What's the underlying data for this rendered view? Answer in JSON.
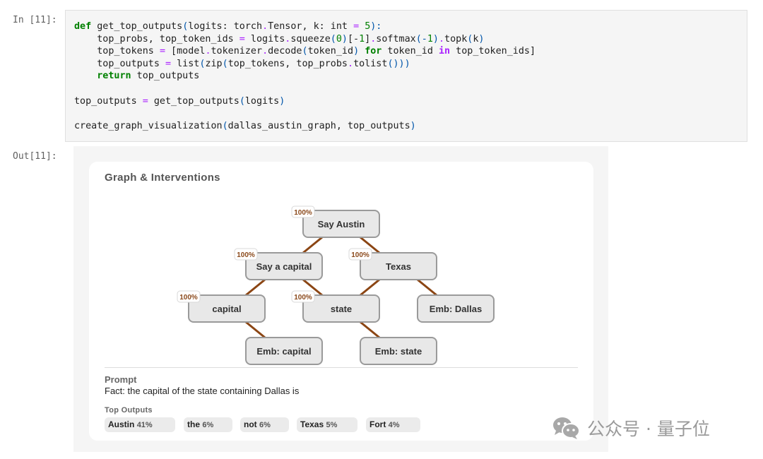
{
  "notebook": {
    "input_prompt": "In [11]:",
    "output_prompt": "Out[11]:",
    "code_lines": [
      [
        [
          "kw",
          "def"
        ],
        [
          "t",
          " get_top_outputs"
        ],
        [
          "pn",
          "("
        ],
        [
          "t",
          "logits: torch"
        ],
        [
          "op",
          "."
        ],
        [
          "t",
          "Tensor, k: int "
        ],
        [
          "op",
          "="
        ],
        [
          "t",
          " "
        ],
        [
          "num",
          "5"
        ],
        [
          "pn",
          "):"
        ]
      ],
      [
        [
          "t",
          "    top_probs, top_token_ids "
        ],
        [
          "op",
          "="
        ],
        [
          "t",
          " logits"
        ],
        [
          "op",
          "."
        ],
        [
          "t",
          "squeeze"
        ],
        [
          "pn",
          "("
        ],
        [
          "num",
          "0"
        ],
        [
          "pn",
          ")"
        ],
        [
          "t",
          "[-"
        ],
        [
          "num",
          "1"
        ],
        [
          "t",
          "]"
        ],
        [
          "op",
          "."
        ],
        [
          "t",
          "softmax"
        ],
        [
          "pn",
          "(-"
        ],
        [
          "num",
          "1"
        ],
        [
          "pn",
          ")"
        ],
        [
          "op",
          "."
        ],
        [
          "t",
          "topk"
        ],
        [
          "pn",
          "("
        ],
        [
          "t",
          "k"
        ],
        [
          "pn",
          ")"
        ]
      ],
      [
        [
          "t",
          "    top_tokens "
        ],
        [
          "op",
          "="
        ],
        [
          "t",
          " [model"
        ],
        [
          "op",
          "."
        ],
        [
          "t",
          "tokenizer"
        ],
        [
          "op",
          "."
        ],
        [
          "t",
          "decode"
        ],
        [
          "pn",
          "("
        ],
        [
          "t",
          "token_id"
        ],
        [
          "pn",
          ")"
        ],
        [
          "t",
          " "
        ],
        [
          "kw",
          "for"
        ],
        [
          "t",
          " token_id "
        ],
        [
          "kwin",
          "in"
        ],
        [
          "t",
          " top_token_ids]"
        ]
      ],
      [
        [
          "t",
          "    top_outputs "
        ],
        [
          "op",
          "="
        ],
        [
          "t",
          " list"
        ],
        [
          "pn",
          "("
        ],
        [
          "t",
          "zip"
        ],
        [
          "pn",
          "("
        ],
        [
          "t",
          "top_tokens, top_probs"
        ],
        [
          "op",
          "."
        ],
        [
          "t",
          "tolist"
        ],
        [
          "pn",
          "()))"
        ]
      ],
      [
        [
          "t",
          "    "
        ],
        [
          "kw",
          "return"
        ],
        [
          "t",
          " top_outputs"
        ]
      ],
      [
        [
          "t",
          ""
        ]
      ],
      [
        [
          "t",
          "top_outputs "
        ],
        [
          "op",
          "="
        ],
        [
          "t",
          " get_top_outputs"
        ],
        [
          "pn",
          "("
        ],
        [
          "t",
          "logits"
        ],
        [
          "pn",
          ")"
        ]
      ],
      [
        [
          "t",
          ""
        ]
      ],
      [
        [
          "t",
          "create_graph_visualization"
        ],
        [
          "pn",
          "("
        ],
        [
          "t",
          "dallas_austin_graph, top_outputs"
        ],
        [
          "pn",
          ")"
        ]
      ]
    ]
  },
  "card": {
    "title": "Graph & Interventions",
    "graph": {
      "nodes": [
        {
          "id": "say_austin",
          "label": "Say Austin",
          "badge": "100%",
          "level": 0,
          "col": 2
        },
        {
          "id": "say_capital",
          "label": "Say a capital",
          "badge": "100%",
          "level": 1,
          "col": 1
        },
        {
          "id": "texas",
          "label": "Texas",
          "badge": "100%",
          "level": 1,
          "col": 3
        },
        {
          "id": "capital",
          "label": "capital",
          "badge": "100%",
          "level": 2,
          "col": 0
        },
        {
          "id": "state",
          "label": "state",
          "badge": "100%",
          "level": 2,
          "col": 2
        },
        {
          "id": "emb_dallas",
          "label": "Emb: Dallas",
          "badge": null,
          "level": 2,
          "col": 4
        },
        {
          "id": "emb_capital",
          "label": "Emb: capital",
          "badge": null,
          "level": 3,
          "col": 1
        },
        {
          "id": "emb_state",
          "label": "Emb: state",
          "badge": null,
          "level": 3,
          "col": 3
        }
      ],
      "edges": [
        [
          "say_austin",
          "say_capital"
        ],
        [
          "say_austin",
          "texas"
        ],
        [
          "say_capital",
          "capital"
        ],
        [
          "say_capital",
          "state"
        ],
        [
          "texas",
          "state"
        ],
        [
          "texas",
          "emb_dallas"
        ],
        [
          "capital",
          "emb_capital"
        ],
        [
          "state",
          "emb_state"
        ]
      ],
      "edge_color": "#8b4513"
    },
    "prompt_heading": "Prompt",
    "prompt_text": "Fact: the capital of the state containing Dallas is",
    "outputs_heading": "Top Outputs",
    "top_outputs": [
      {
        "token": "Austin",
        "pct": "41%"
      },
      {
        "token": "the",
        "pct": "6%"
      },
      {
        "token": "not",
        "pct": "6%"
      },
      {
        "token": "Texas",
        "pct": "5%"
      },
      {
        "token": "Fort",
        "pct": "4%"
      }
    ]
  },
  "watermark": {
    "icon": "wechat-icon",
    "text": "公众号 · 量子位"
  }
}
